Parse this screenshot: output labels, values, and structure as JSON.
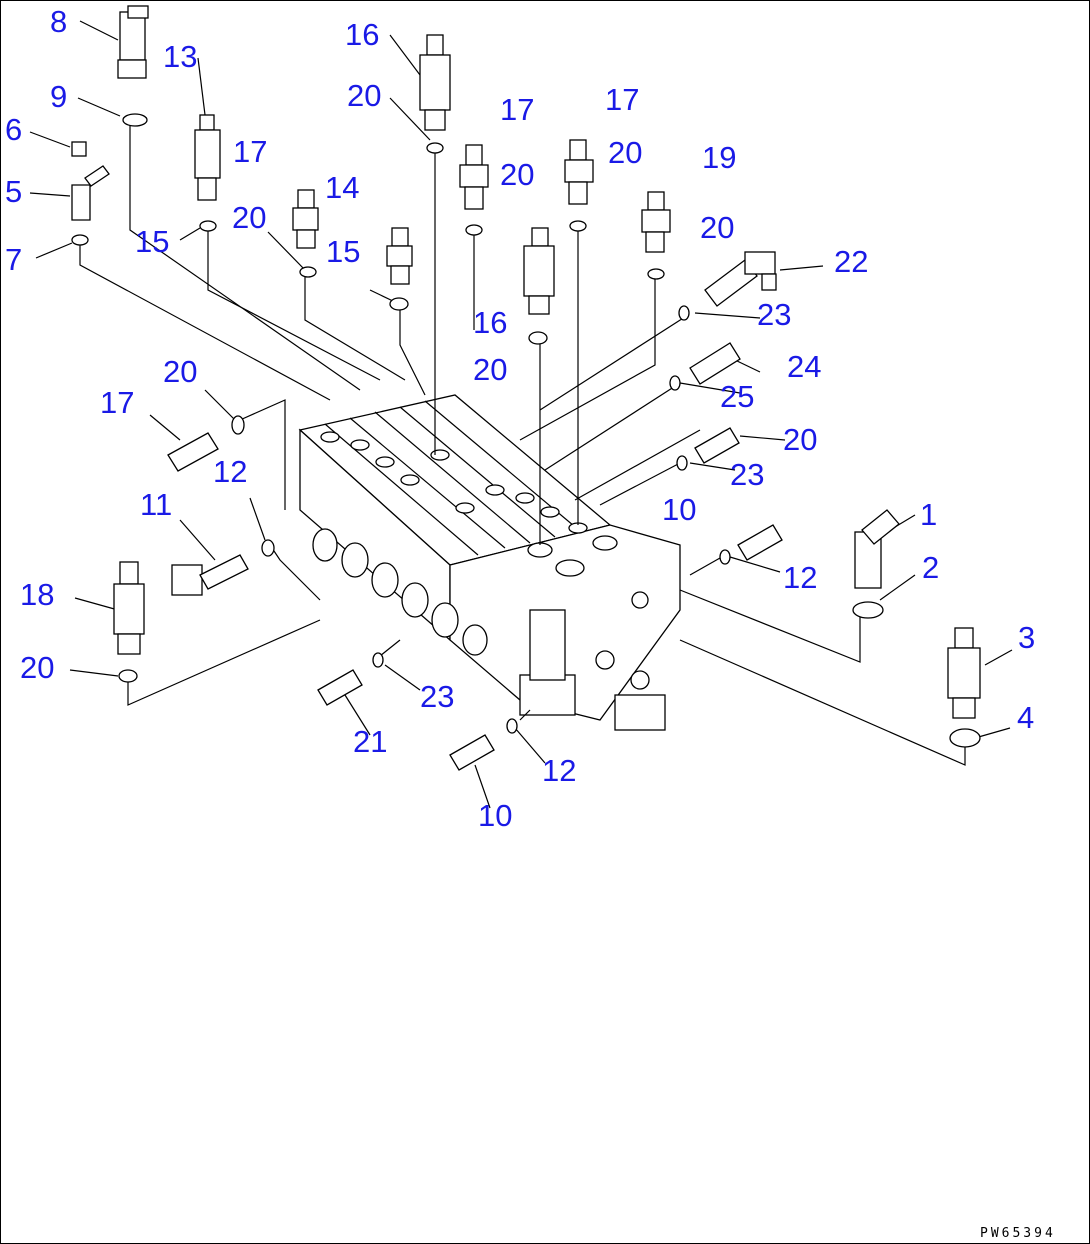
{
  "drawing_code": "PW65394",
  "callouts": [
    {
      "id": "c8",
      "num": "8"
    },
    {
      "id": "c13",
      "num": "13"
    },
    {
      "id": "c16a",
      "num": "16"
    },
    {
      "id": "c9",
      "num": "9"
    },
    {
      "id": "c20a",
      "num": "20"
    },
    {
      "id": "c17a",
      "num": "17"
    },
    {
      "id": "c17b",
      "num": "17"
    },
    {
      "id": "c6",
      "num": "6"
    },
    {
      "id": "c17c",
      "num": "17"
    },
    {
      "id": "c20b",
      "num": "20"
    },
    {
      "id": "c20c",
      "num": "20"
    },
    {
      "id": "c19",
      "num": "19"
    },
    {
      "id": "c5",
      "num": "5"
    },
    {
      "id": "c14",
      "num": "14"
    },
    {
      "id": "c20d",
      "num": "20"
    },
    {
      "id": "c15a",
      "num": "15"
    },
    {
      "id": "c20e",
      "num": "20"
    },
    {
      "id": "c7",
      "num": "7"
    },
    {
      "id": "c15b",
      "num": "15"
    },
    {
      "id": "c22",
      "num": "22"
    },
    {
      "id": "c23a",
      "num": "23"
    },
    {
      "id": "c16b",
      "num": "16"
    },
    {
      "id": "c20f",
      "num": "20"
    },
    {
      "id": "c24",
      "num": "24"
    },
    {
      "id": "c20g",
      "num": "20"
    },
    {
      "id": "c25",
      "num": "25"
    },
    {
      "id": "c17d",
      "num": "17"
    },
    {
      "id": "c20h",
      "num": "20"
    },
    {
      "id": "c23b",
      "num": "23"
    },
    {
      "id": "c12a",
      "num": "12"
    },
    {
      "id": "c11",
      "num": "11"
    },
    {
      "id": "c10a",
      "num": "10"
    },
    {
      "id": "c1",
      "num": "1"
    },
    {
      "id": "c2",
      "num": "2"
    },
    {
      "id": "c12b",
      "num": "12"
    },
    {
      "id": "c18",
      "num": "18"
    },
    {
      "id": "c3",
      "num": "3"
    },
    {
      "id": "c20i",
      "num": "20"
    },
    {
      "id": "c23c",
      "num": "23"
    },
    {
      "id": "c4",
      "num": "4"
    },
    {
      "id": "c21",
      "num": "21"
    },
    {
      "id": "c12c",
      "num": "12"
    },
    {
      "id": "c10b",
      "num": "10"
    }
  ]
}
